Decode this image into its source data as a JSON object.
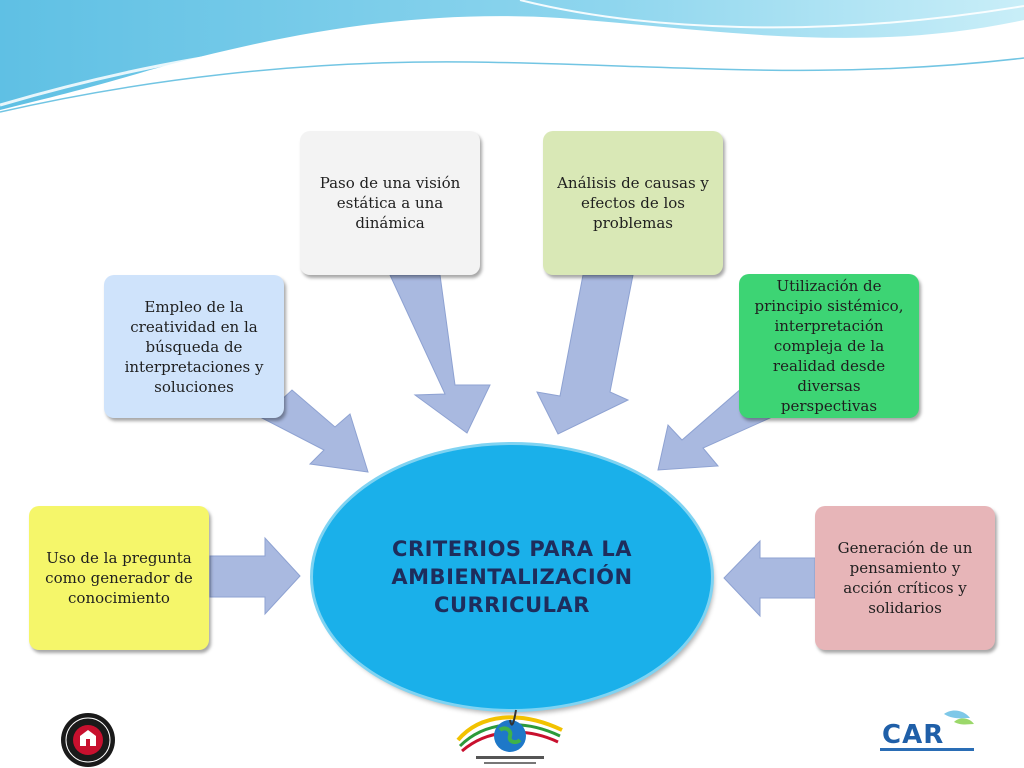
{
  "diagram": {
    "center": {
      "title": "CRITERIOS PARA LA\nAMBIENTALIZACIÓN\nCURRICULAR"
    },
    "boxes": [
      {
        "id": "questions",
        "text": "Uso de la pregunta como generador de conocimiento",
        "color": "#f5f66a"
      },
      {
        "id": "creativity",
        "text": "Empleo de la creatividad en la búsqueda de interpretaciones y soluciones",
        "color": "#cfe3fb"
      },
      {
        "id": "dynamic",
        "text": "Paso de una visión estática a una dinámica",
        "color": "#f3f3f3"
      },
      {
        "id": "causes",
        "text": "Análisis de causas y efectos de los problemas",
        "color": "#d9e8b6"
      },
      {
        "id": "systemic",
        "text": "Utilización de principio sistémico, interpretación compleja de la realidad desde diversas perspectivas",
        "color": "#3dd474"
      },
      {
        "id": "critical",
        "text": "Generación de un pensamiento y acción críticos y solidarios",
        "color": "#e7b5b8"
      }
    ],
    "colors": {
      "center": "#1ab0ea",
      "center_text": "#1e2d5c",
      "arrow": "#a9b9e0"
    }
  },
  "logos": [
    {
      "name": "universidad-libre-seal",
      "icon": "seal-icon"
    },
    {
      "name": "consultorio-ambiental-logo",
      "icon": "globe-icon"
    },
    {
      "name": "car-logo",
      "icon": "car-icon",
      "text": "CAR"
    }
  ]
}
